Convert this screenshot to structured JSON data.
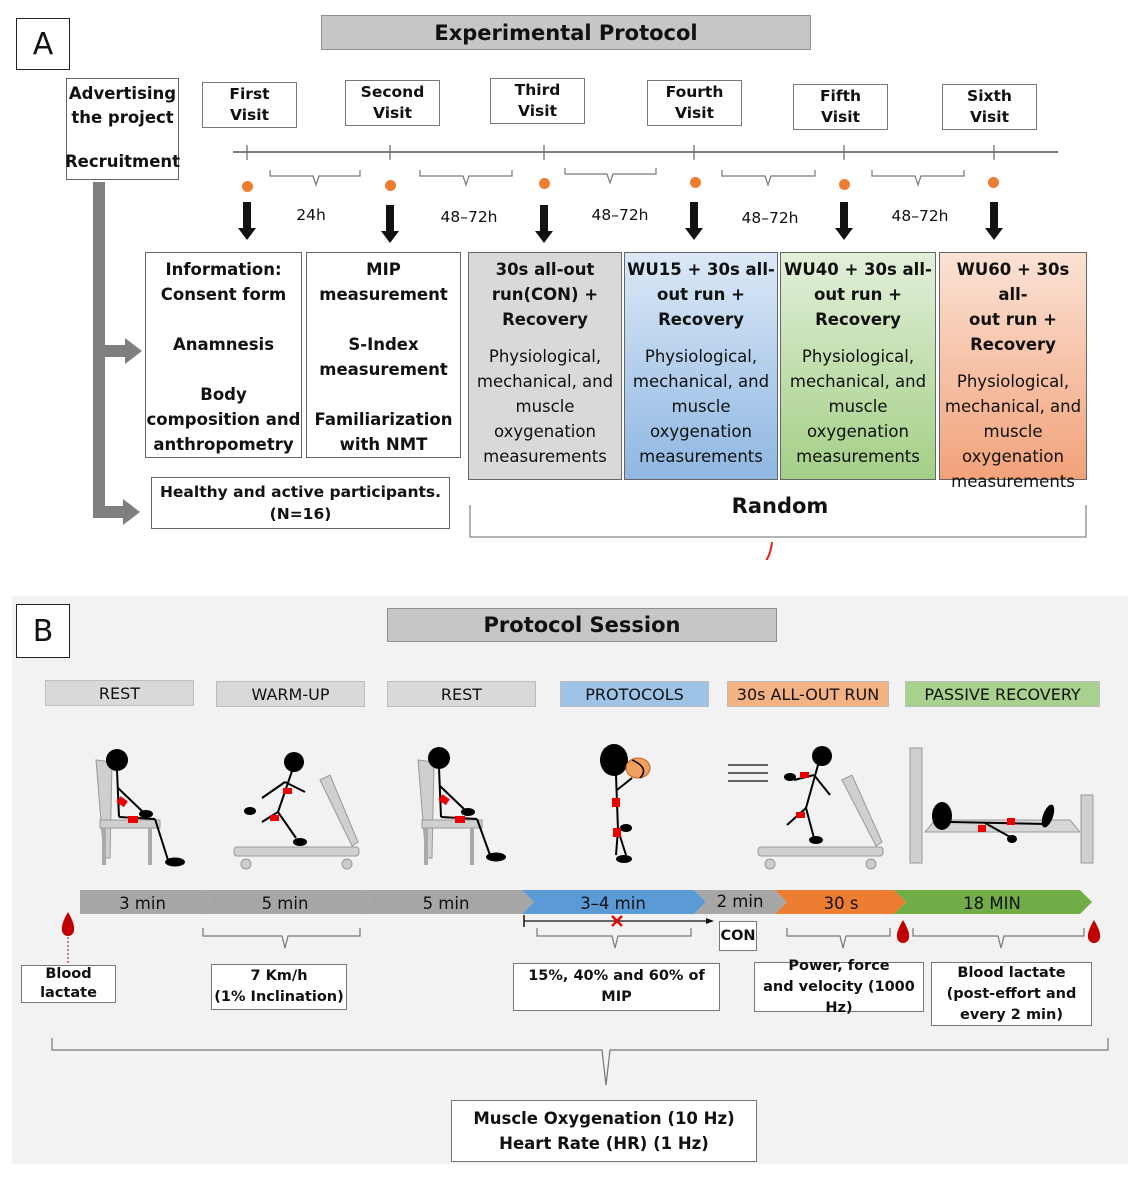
{
  "panel_a": {
    "letter": "A",
    "title": "Experimental Protocol",
    "recruit_box": {
      "line1": "Advertising",
      "line2": "the project",
      "line3": "Recruitment"
    },
    "visits": [
      {
        "line1": "First",
        "line2": "Visit"
      },
      {
        "line1": "Second",
        "line2": "Visit"
      },
      {
        "line1": "Third",
        "line2": "Visit"
      },
      {
        "line1": "Fourth",
        "line2": "Visit"
      },
      {
        "line1": "Fifth",
        "line2": "Visit"
      },
      {
        "line1": "Sixth",
        "line2": "Visit"
      }
    ],
    "gaps": [
      "24h",
      "48–72h",
      "48–72h",
      "48–72h",
      "48–72h"
    ],
    "columns": [
      {
        "lines": [
          "Information:",
          "Consent form",
          "",
          "Anamnesis",
          "",
          "Body",
          "composition and",
          "anthropometry"
        ],
        "color": "#ffffff"
      },
      {
        "lines": [
          "MIP",
          "measurement",
          "",
          "S-Index",
          "measurement",
          "",
          "Familiarization",
          "with NMT"
        ],
        "color": "#ffffff"
      },
      {
        "head": [
          "30s all-out",
          "run(CON) +",
          "Recovery"
        ],
        "meas": [
          "Physiological,",
          "mechanical, and",
          "muscle",
          "oxygenation",
          "measurements"
        ],
        "color": "#d9d9d9"
      },
      {
        "head": [
          "WU15 + 30s all-",
          "out run +",
          "Recovery"
        ],
        "meas": [
          "Physiological,",
          "mechanical, and",
          "muscle",
          "oxygenation",
          "measurements"
        ],
        "color": "#9dc3e6"
      },
      {
        "head": [
          "WU40 + 30s all-",
          "out run  +",
          "Recovery"
        ],
        "meas": [
          "Physiological,",
          "mechanical, and",
          "muscle",
          "oxygenation",
          "measurements"
        ],
        "color": "#a9d18e"
      },
      {
        "head": [
          "WU60 + 30s all-",
          "out run +",
          "Recovery"
        ],
        "meas": [
          "Physiological,",
          "mechanical, and",
          "muscle",
          "oxygenation",
          "measurements"
        ],
        "color": "#f4b183"
      }
    ],
    "participants": {
      "line1": "Healthy and  active participants.",
      "line2": "(N=16)"
    },
    "random_label": "Random"
  },
  "panel_b": {
    "letter": "B",
    "title": "Protocol Session",
    "phases": [
      {
        "label": "REST",
        "color": "#d9d9d9"
      },
      {
        "label": "WARM-UP",
        "color": "#d9d9d9"
      },
      {
        "label": "REST",
        "color": "#d9d9d9"
      },
      {
        "label": "PROTOCOLS",
        "color": "#9dc3e6"
      },
      {
        "label": "30s ALL-OUT RUN",
        "color": "#f4b183"
      },
      {
        "label": "PASSIVE RECOVERY",
        "color": "#a9d18e"
      }
    ],
    "timeline": [
      {
        "label": "3 min",
        "color": "#a6a6a6"
      },
      {
        "label": "5 min",
        "color": "#a6a6a6"
      },
      {
        "label": "5 min",
        "color": "#a6a6a6"
      },
      {
        "label": "3–4 min",
        "color": "#5b9bd5"
      },
      {
        "label": "2 min",
        "color": "#a6a6a6"
      },
      {
        "label": "30 s",
        "color": "#ed7d31"
      },
      {
        "label": "18 MIN",
        "color": "#70ad47"
      }
    ],
    "con_label": "CON",
    "notes": {
      "blood_lactate": {
        "line1": "Blood",
        "line2": "lactate"
      },
      "warmup_speed": {
        "line1": "7 Km/h",
        "line2": "(1% Inclination)"
      },
      "mip": "15%, 40% and 60% of MIP",
      "power": {
        "line1": "Power, force",
        "line2": "and velocity (1000 Hz)"
      },
      "lactate_post": {
        "line1": "Blood lactate",
        "line2": "(post-effort and",
        "line3": "every 2 min)"
      },
      "oxygenation": {
        "line1": "Muscle Oxygenation (10 Hz)",
        "line2": "Heart Rate (HR) (1 Hz)"
      }
    }
  }
}
